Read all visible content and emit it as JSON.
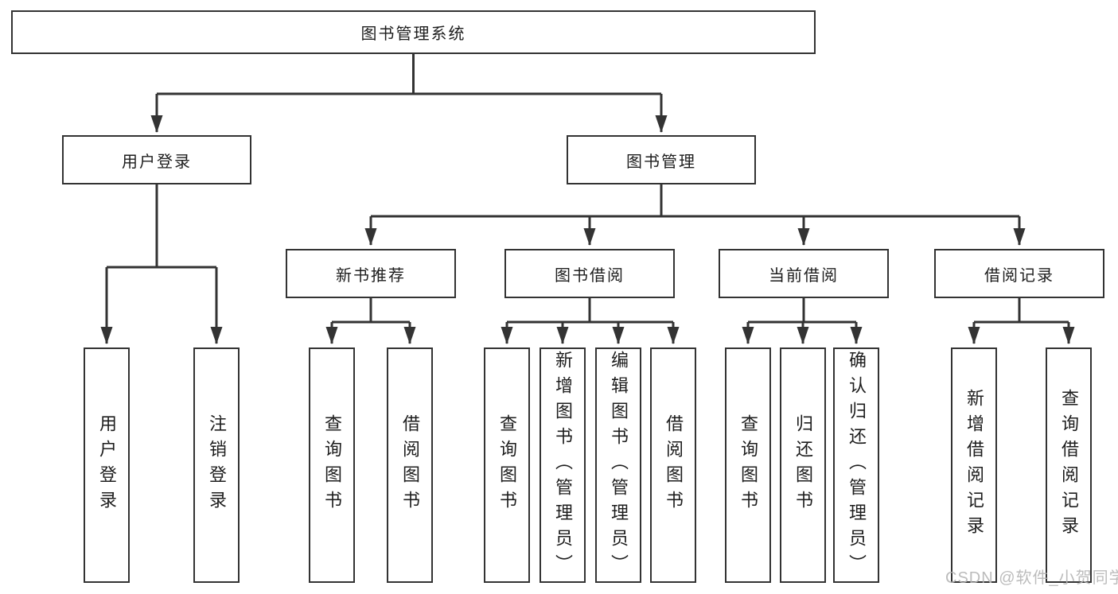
{
  "diagram": {
    "root": {
      "label": "图书管理系统"
    },
    "branches": [
      {
        "label": "用户登录",
        "leaves": [
          "用户登录",
          "注销登录"
        ]
      },
      {
        "label": "图书管理",
        "children": [
          {
            "label": "新书推荐",
            "leaves": [
              "查询图书",
              "借阅图书"
            ]
          },
          {
            "label": "图书借阅",
            "leaves": [
              "查询图书",
              "新增图书（管理员）",
              "编辑图书（管理员）",
              "借阅图书"
            ]
          },
          {
            "label": "当前借阅",
            "leaves": [
              "查询图书",
              "归还图书",
              "确认归还（管理员）"
            ]
          },
          {
            "label": "借阅记录",
            "leaves": [
              "新增借阅记录",
              "查询借阅记录"
            ]
          }
        ]
      }
    ],
    "watermark": "CSDN @软件_小贺同学",
    "colors": {
      "line": "#333333",
      "box_border": "#333333",
      "background": "#ffffff",
      "text": "#1d1d1d",
      "watermark": "#b5b5b5"
    }
  }
}
